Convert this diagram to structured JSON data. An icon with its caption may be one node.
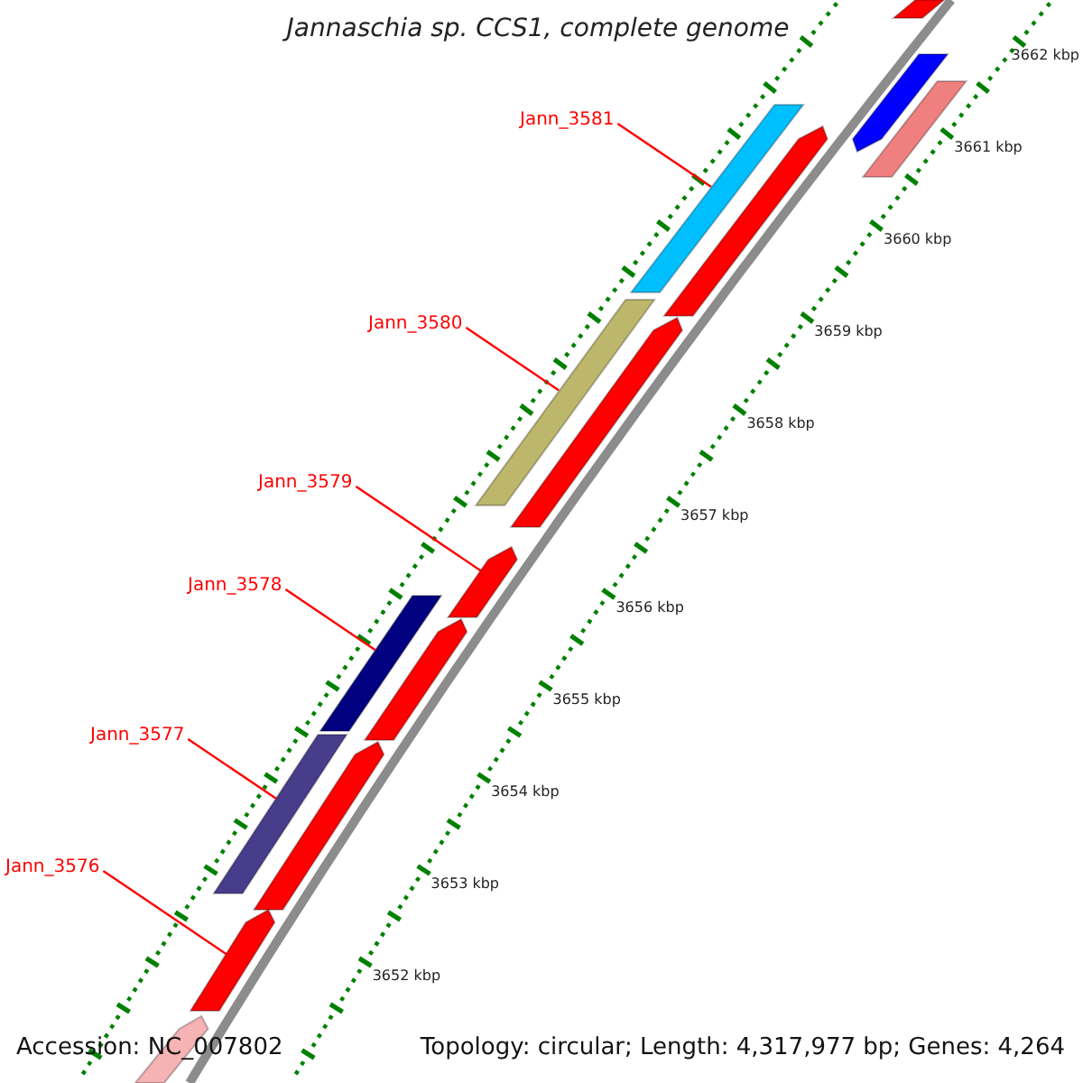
{
  "diagram": {
    "title": "Jannaschia sp. CCS1, complete genome",
    "nodes": [
      {
        "text": [
          "Jann_3581"
        ]
      },
      {
        "text": [
          "Jann_3580"
        ]
      },
      {
        "text": [
          "Jann_3579"
        ]
      },
      {
        "text": [
          "Jann_3578"
        ]
      },
      {
        "text": [
          "Jann_3577"
        ]
      },
      {
        "text": [
          "Jann_3576"
        ]
      },
      {
        "text": [],
        "shape": "bar"
      },
      {
        "text": [],
        "shape": "bar"
      },
      {
        "text": [],
        "shape": "bar"
      },
      {
        "text": [],
        "shape": "bar"
      },
      {
        "text": [],
        "shape": "bar"
      },
      {
        "text": [],
        "shape": "bar"
      },
      {
        "text": [],
        "shape": "bar"
      },
      {
        "text": [],
        "shape": "bar"
      },
      {
        "text": [],
        "shape": "bar"
      },
      {
        "text": [],
        "shape": "bar"
      },
      {
        "text": [],
        "shape": "bar"
      },
      {
        "text": [],
        "shape": "bar"
      },
      {
        "text": [],
        "shape": "bar"
      },
      {
        "text": [],
        "shape": "bar"
      }
    ],
    "edges": [
      {
        "from": 0,
        "to": 6,
        "arrow": "none"
      },
      {
        "from": 1,
        "to": 7,
        "arrow": "none"
      },
      {
        "from": 2,
        "to": 8,
        "arrow": "none"
      },
      {
        "from": 3,
        "to": 9,
        "arrow": "none"
      },
      {
        "from": 4,
        "to": 10,
        "arrow": "none"
      },
      {
        "from": 5,
        "to": 11,
        "arrow": "none"
      }
    ],
    "labels": [
      "3662 kbp",
      "3661 kbp",
      "3660 kbp",
      "3659 kbp",
      "3658 kbp",
      "3657 kbp",
      "3656 kbp",
      "3655 kbp",
      "3654 kbp",
      "3653 kbp",
      "3652 kbp",
      "Accession: NC_007802",
      "Topology: circular; Length: 4,317,977 bp; Genes: 4,264"
    ]
  }
}
